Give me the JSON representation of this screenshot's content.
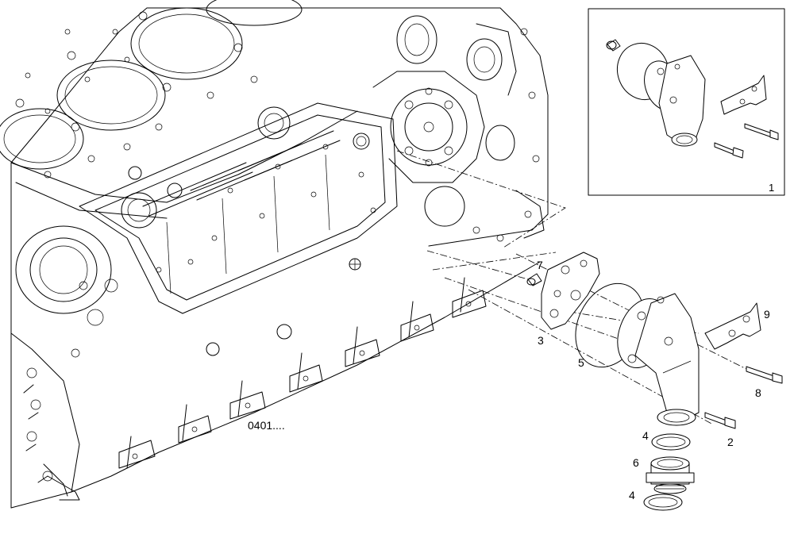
{
  "diagram": {
    "drawing_ref": "0401....",
    "inset_label": "1",
    "callouts": [
      {
        "id": "c2",
        "text": "2"
      },
      {
        "id": "c3",
        "text": "3"
      },
      {
        "id": "c4a",
        "text": "4"
      },
      {
        "id": "c4b",
        "text": "4"
      },
      {
        "id": "c5",
        "text": "5"
      },
      {
        "id": "c6",
        "text": "6"
      },
      {
        "id": "c7",
        "text": "7"
      },
      {
        "id": "c8",
        "text": "8"
      },
      {
        "id": "c9",
        "text": "9"
      }
    ]
  }
}
